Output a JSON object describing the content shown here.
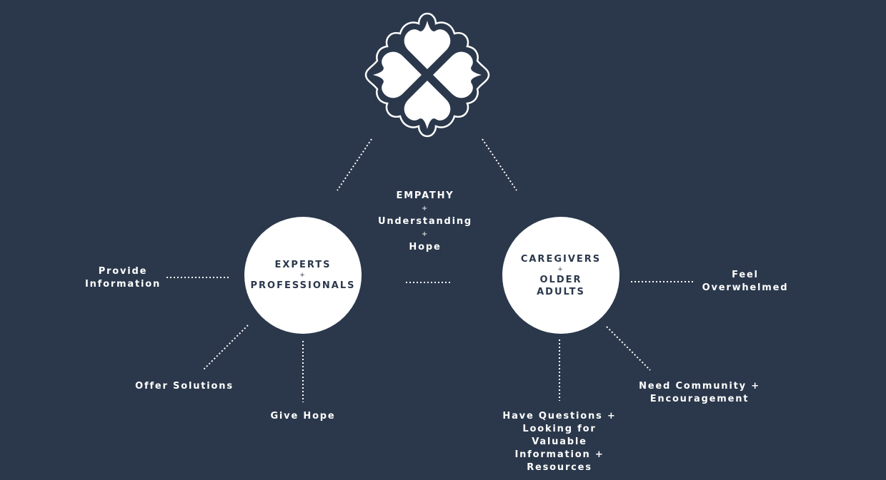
{
  "center": {
    "line1": "EMPATHY",
    "plus1": "+",
    "line2": "Understanding",
    "plus2": "+",
    "line3": "Hope"
  },
  "left_circle": {
    "line1": "EXPERTS",
    "plus": "+",
    "line2": "PROFESSIONALS"
  },
  "right_circle": {
    "line1": "CAREGIVERS",
    "plus": "+",
    "line2": "OLDER",
    "line3": "ADULTS"
  },
  "left_labels": {
    "provide_1": "Provide",
    "provide_2": "Information",
    "offer": "Offer Solutions",
    "hope": "Give Hope"
  },
  "right_labels": {
    "feel_1": "Feel",
    "feel_2": "Overwhelmed",
    "need_1": "Need Community +",
    "need_2": "Encouragement",
    "have_1": "Have Questions +",
    "have_2": "Looking for",
    "have_3": "Valuable",
    "have_4": "Information +",
    "have_5": "Resources"
  },
  "colors": {
    "background": "#2b384b",
    "foreground": "#ffffff"
  },
  "icons": {
    "logo": "four-heart-cross-logo"
  }
}
